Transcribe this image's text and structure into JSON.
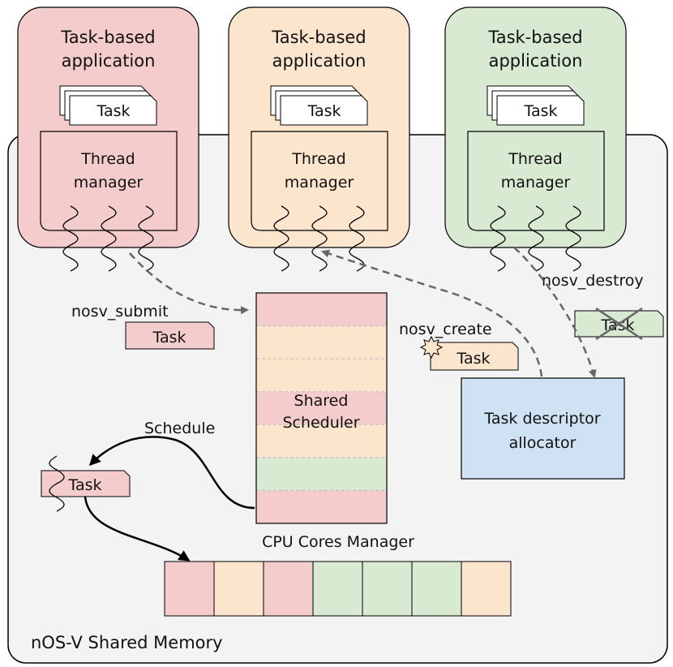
{
  "colors": {
    "red": "#f4cccc",
    "orange": "#fce5cd",
    "green": "#d9ead3",
    "blue": "#cfe2f3",
    "memory_bg": "#f3f3f3",
    "stroke": "#000000",
    "dashed": "#666666"
  },
  "shared_memory": {
    "label": "nOS-V Shared Memory"
  },
  "applications": [
    {
      "title_line1": "Task-based",
      "title_line2": "application",
      "task_label": "Task",
      "tm_line1": "Thread",
      "tm_line2": "manager",
      "color": "red"
    },
    {
      "title_line1": "Task-based",
      "title_line2": "application",
      "task_label": "Task",
      "tm_line1": "Thread",
      "tm_line2": "manager",
      "color": "orange"
    },
    {
      "title_line1": "Task-based",
      "title_line2": "application",
      "task_label": "Task",
      "tm_line1": "Thread",
      "tm_line2": "manager",
      "color": "green"
    }
  ],
  "scheduler": {
    "label_line1": "Shared",
    "label_line2": "Scheduler",
    "slots": [
      "red",
      "orange",
      "orange",
      "red",
      "orange",
      "green",
      "red"
    ]
  },
  "allocator": {
    "label_line1": "Task descriptor",
    "label_line2": "allocator"
  },
  "operations": {
    "submit": {
      "label": "nosv_submit",
      "task_label": "Task"
    },
    "create": {
      "label": "nosv_create",
      "task_label": "Task"
    },
    "destroy": {
      "label": "nosv_destroy",
      "task_label": "Task"
    }
  },
  "schedule": {
    "label": "Schedule",
    "task_label": "Task"
  },
  "cpu_manager": {
    "label": "CPU Cores Manager",
    "cores": [
      "red",
      "orange",
      "red",
      "green",
      "green",
      "green",
      "orange"
    ]
  }
}
